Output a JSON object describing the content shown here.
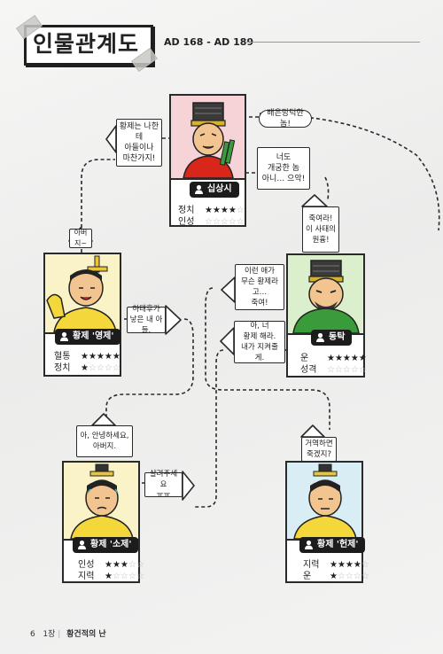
{
  "header": {
    "title": "인물관계도",
    "period": "AD 168 - AD 189"
  },
  "characters": [
    {
      "name": "십상시",
      "stats": [
        {
          "label": "정치",
          "value": 4
        },
        {
          "label": "인성",
          "value": 0
        }
      ]
    },
    {
      "name": "황제 '영제'",
      "stats": [
        {
          "label": "혈통",
          "value": 5
        },
        {
          "label": "정치",
          "value": 1
        }
      ]
    },
    {
      "name": "동탁",
      "stats": [
        {
          "label": "운",
          "value": 5
        },
        {
          "label": "성격",
          "value": 0
        }
      ]
    },
    {
      "name": "황제 '소제'",
      "stats": [
        {
          "label": "인성",
          "value": 3
        },
        {
          "label": "지력",
          "value": 1
        }
      ]
    },
    {
      "name": "황제 '헌제'",
      "stats": [
        {
          "label": "지력",
          "value": 4
        },
        {
          "label": "운",
          "value": 1
        }
      ]
    }
  ],
  "notes": {
    "n1": "황제는 나한테\n아들이나\n마찬가지!",
    "n2": "배은망덕한 놈!",
    "n3": "너도\n개궁한 놈\n아니… 으악!",
    "n4": "아버지~",
    "n5": "죽여라!\n이 사태의\n원흉!",
    "n6": "이런 애가\n무슨 황제라고…\n죽여!",
    "n7": "하태후가\n낳은 내 아들.",
    "n8": "아, 너\n황제 해라.\n내가 지켜줄게.",
    "n9": "아, 안녕하세요,\n아버지.",
    "n10": "살려주세요\nㅠㅠ",
    "n11": "거역하면\n죽겠지?"
  },
  "footer": {
    "page": "6",
    "chapter": "1장",
    "chapter_title": "황건적의 난"
  },
  "colors": {
    "ink": "#222222",
    "nameplate": "#1c1c1c",
    "portrait_ysipsangsi": "#f6d3d7",
    "portrait_youngje": "#fbf3c8",
    "portrait_dongtak": "#dcefcd",
    "portrait_soje": "#fbf3c8",
    "portrait_heonje": "#d8eef4"
  }
}
